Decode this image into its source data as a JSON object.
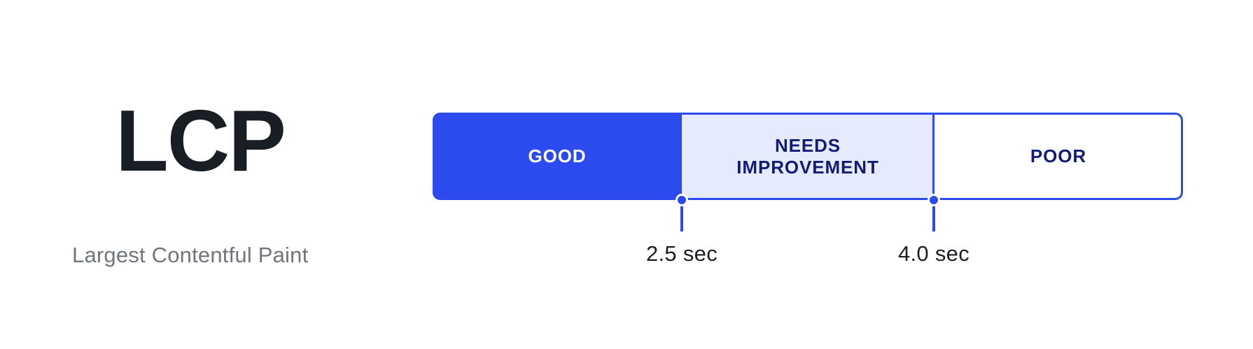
{
  "metric": {
    "acronym": "LCP",
    "full_name": "Largest Contentful Paint"
  },
  "colors": {
    "good": "#2b4bef",
    "needs_improvement_bg": "#e5eafc",
    "needs_improvement_text": "#101c77",
    "poor_bg": "#ffffff",
    "poor_text": "#101c77",
    "border": "#2b4bef",
    "acronym_text": "#191e24",
    "fullname_text": "#70757d",
    "tick_label_text": "#1b1f25"
  },
  "chart_data": {
    "type": "bar",
    "title": "LCP",
    "subtitle": "Largest Contentful Paint",
    "xlabel": "",
    "ylabel": "",
    "orientation": "horizontal",
    "categories": [
      "GOOD",
      "NEEDS IMPROVEMENT",
      "POOR"
    ],
    "thresholds": [
      2.5,
      4.0
    ],
    "threshold_unit": "sec",
    "tick_labels": [
      "2.5 sec",
      "4.0 sec"
    ],
    "segments": [
      {
        "label": "GOOD",
        "label_line_1": "GOOD",
        "label_line_2": "",
        "range_min": 0,
        "range_max": 2.5,
        "unit": "sec",
        "width_fraction": 0.3333,
        "fill": "#2b4bef",
        "text_color": "#ffffff"
      },
      {
        "label": "NEEDS IMPROVEMENT",
        "label_line_1": "NEEDS",
        "label_line_2": "IMPROVEMENT",
        "range_min": 2.5,
        "range_max": 4.0,
        "unit": "sec",
        "width_fraction": 0.3333,
        "fill": "#e5eafc",
        "text_color": "#101c77"
      },
      {
        "label": "POOR",
        "label_line_1": "POOR",
        "label_line_2": "",
        "range_min": 4.0,
        "range_max": null,
        "unit": "sec",
        "width_fraction": 0.3333,
        "fill": "#ffffff",
        "text_color": "#101c77"
      }
    ],
    "markers": [
      {
        "value": 2.5,
        "label": "2.5 sec",
        "position_fraction": 0.3333
      },
      {
        "value": 4.0,
        "label": "4.0 sec",
        "position_fraction": 0.6667
      }
    ],
    "legend": "none",
    "grid": false
  }
}
